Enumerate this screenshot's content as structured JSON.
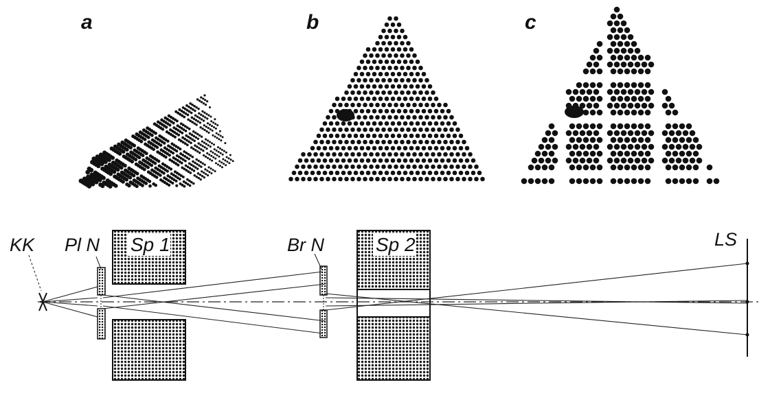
{
  "panels": {
    "a": "a",
    "b": "b",
    "c": "c"
  },
  "parts": {
    "kk": "KK",
    "pl_n": "Pl N",
    "sp1": "Sp 1",
    "br_n": "Br N",
    "sp2": "Sp 2",
    "ls": "LS"
  },
  "colors": {
    "ink": "#111111",
    "paper": "#ffffff"
  }
}
